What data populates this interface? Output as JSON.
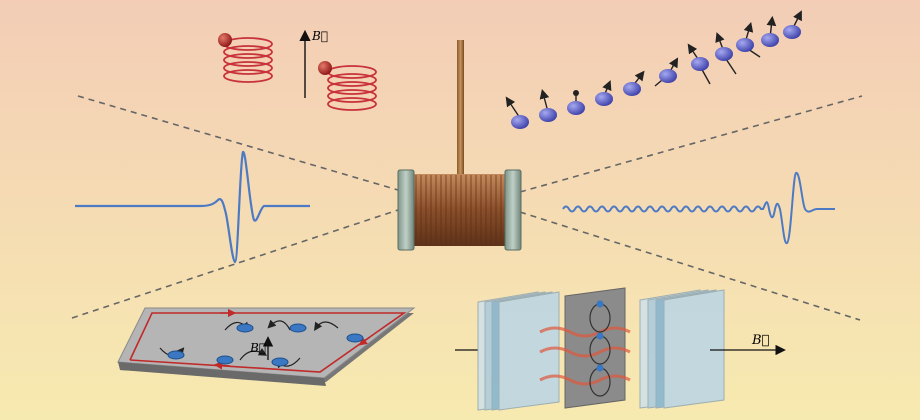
{
  "labels": {
    "field_top": "B⃗",
    "field_plate": "B⃗",
    "field_right": "B⃗"
  },
  "colors": {
    "bg_top": "#f3cdb6",
    "bg_bottom": "#f7eab0",
    "coil_copper": "#9a5a32",
    "wave_blue": "#4d7ac4",
    "helix_red": "#c8323a",
    "spin_blue": "#5a5ec8",
    "dashed_line": "#666666"
  },
  "panels": [
    "precessing-spin-helices",
    "spin-wave-chain",
    "single-pulse-signal",
    "chirped-wave-signal",
    "hall-plate-edge-states",
    "layered-plates-field"
  ]
}
